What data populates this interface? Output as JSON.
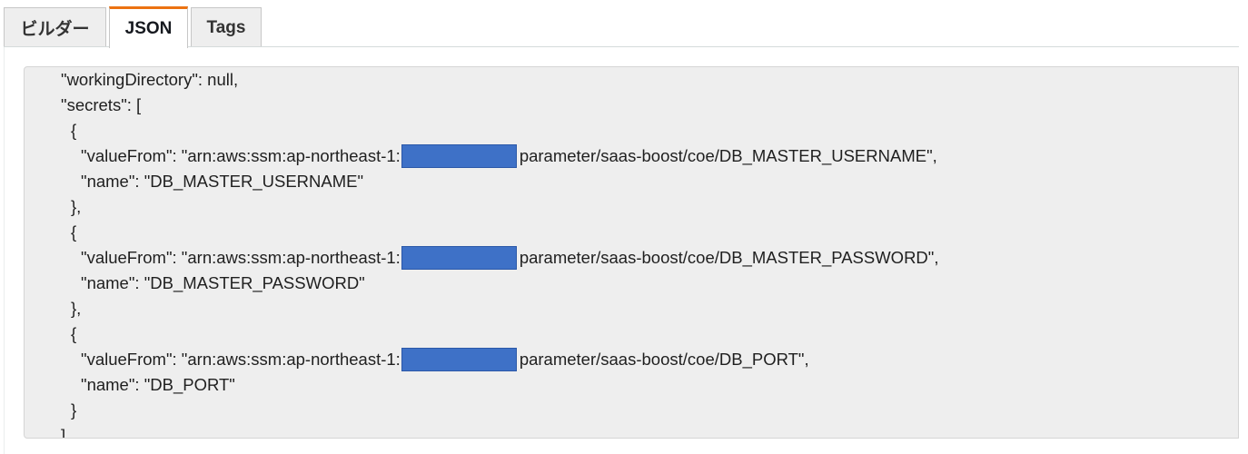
{
  "tabs": [
    {
      "label": "ビルダー",
      "active": false
    },
    {
      "label": "JSON",
      "active": true
    },
    {
      "label": "Tags",
      "active": false
    }
  ],
  "accent_color": "#ec7211",
  "redaction_color": "#3e71c7",
  "json_editor": {
    "lines": [
      {
        "text": "\"workingDirectory\": null,"
      },
      {
        "text": "\"secrets\": ["
      },
      {
        "text": "{"
      },
      {
        "before": "\"valueFrom\": \"arn:aws:ssm:ap-northeast-1:",
        "after": "parameter/saas-boost/coe/DB_MASTER_USERNAME\","
      },
      {
        "text": "\"name\": \"DB_MASTER_USERNAME\""
      },
      {
        "text": "},"
      },
      {
        "text": "{"
      },
      {
        "before": "\"valueFrom\": \"arn:aws:ssm:ap-northeast-1:",
        "after": "parameter/saas-boost/coe/DB_MASTER_PASSWORD\","
      },
      {
        "text": "\"name\": \"DB_MASTER_PASSWORD\""
      },
      {
        "text": "},"
      },
      {
        "text": "{"
      },
      {
        "before": "\"valueFrom\": \"arn:aws:ssm:ap-northeast-1:",
        "after": "parameter/saas-boost/coe/DB_PORT\","
      },
      {
        "text": "\"name\": \"DB_PORT\""
      },
      {
        "text": "}"
      },
      {
        "text": "]"
      }
    ]
  }
}
